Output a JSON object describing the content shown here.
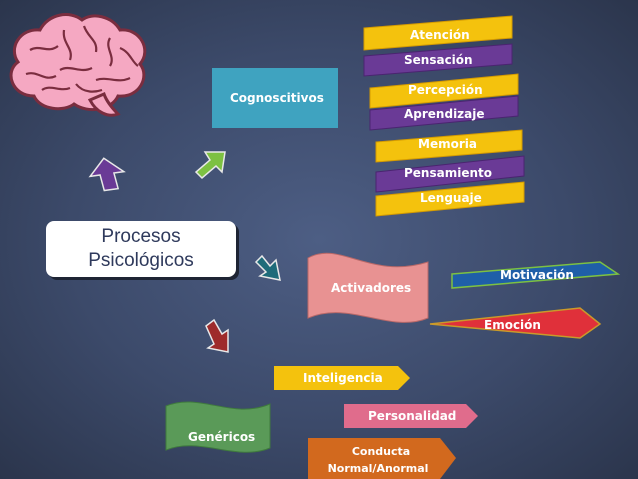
{
  "main": {
    "line1": "Procesos",
    "line2": "Psicológicos"
  },
  "branches": {
    "cognoscitivos": {
      "label": "Cognoscitivos",
      "items": [
        "Atención",
        "Sensación",
        "Percepción",
        "Aprendizaje",
        "Memoria",
        "Pensamiento",
        "Lenguaje"
      ]
    },
    "activadores": {
      "label": "Activadores",
      "items": [
        "Motivación",
        "Emoción"
      ]
    },
    "genericos": {
      "label": "Genéricos",
      "items": [
        "Inteligencia",
        "Personalidad",
        "Conducta",
        "Normal/Anormal"
      ]
    }
  },
  "icons": [
    "brain-icon",
    "arrow-up-icon",
    "arrow-up-right-icon",
    "arrow-right-icon",
    "arrow-down-icon"
  ],
  "colors": {
    "yellow": "#f4c20d",
    "purple": "#6a3a96",
    "blue_box": "#3fa3c0",
    "pink": "#e89292",
    "blue_dark": "#1f5fa8",
    "red": "#e0303a",
    "green": "#5a9a58",
    "orange": "#d2691e",
    "pink2": "#e06c8c",
    "teal": "#1e6b7a",
    "dark_red": "#9e2b2b",
    "bright_green": "#7dc142",
    "brain": "#f5a8c2"
  }
}
